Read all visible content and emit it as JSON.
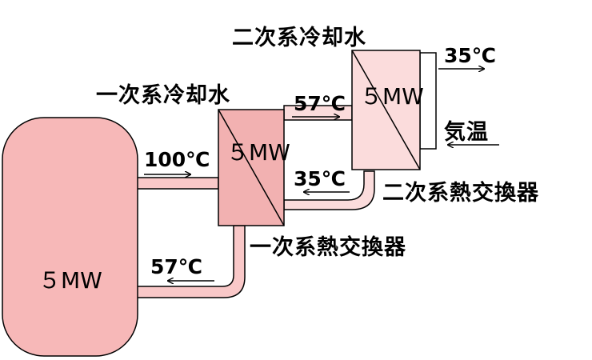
{
  "colors": {
    "reactor_fill": "#f7b8b8",
    "primary_fill": "#f2b1b1",
    "secondary_fill": "#fbdcdc",
    "pipe_fill": "#f9c8c8",
    "outline": "#000000"
  },
  "reactor": {
    "power": "５MW"
  },
  "primary": {
    "label": "一次系冷却水",
    "hot_temp": "100℃",
    "return_temp": "57℃",
    "exchanger_power": "５MW",
    "exchanger_label": "一次系熱交換器"
  },
  "secondary": {
    "label": "二次系冷却水",
    "hot_temp": "57℃",
    "return_temp": "35℃",
    "exchanger_power": "５MW",
    "exchanger_label": "二次系熱交換器"
  },
  "atmosphere": {
    "out_temp": "35℃",
    "in_label": "気温"
  },
  "icons": [
    "arrow-right-icon",
    "arrow-left-icon"
  ]
}
